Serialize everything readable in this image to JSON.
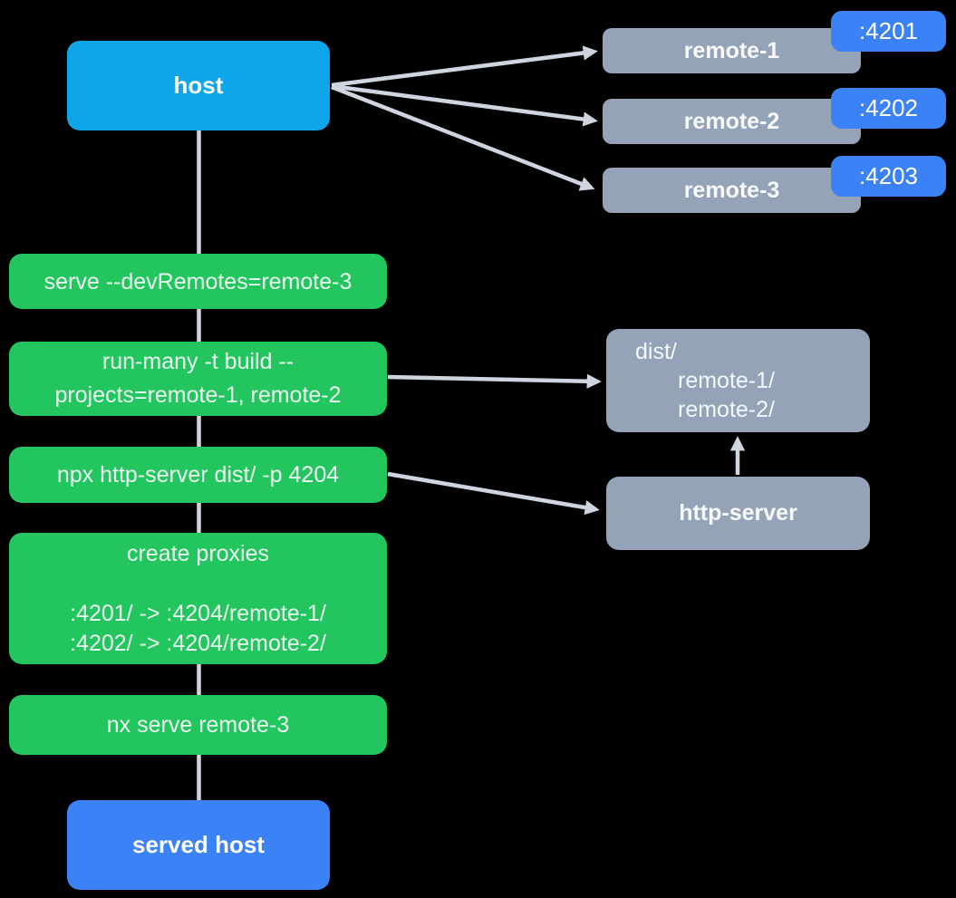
{
  "diagram": {
    "colors": {
      "background": "#000000",
      "host": "#0EA5E9",
      "served_host": "#3B82F6",
      "badge": "#3B82F6",
      "remote": "#94A3B8",
      "command": "#22C55E",
      "connector": "#CFD5E0"
    },
    "nodes": {
      "host": {
        "label": "host"
      },
      "served_host": {
        "label": "served host"
      },
      "remotes": [
        {
          "label": "remote-1",
          "port": ":4201"
        },
        {
          "label": "remote-2",
          "port": ":4202"
        },
        {
          "label": "remote-3",
          "port": ":4203"
        }
      ],
      "commands": [
        {
          "lines": [
            "serve --devRemotes=remote-3"
          ]
        },
        {
          "lines": [
            "run-many -t build --",
            "projects=remote-1, remote-2"
          ]
        },
        {
          "lines": [
            "npx http-server dist/ -p 4204"
          ]
        },
        {
          "title": "create proxies",
          "lines": [
            ":4201/ -> :4204/remote-1/",
            ":4202/ -> :4204/remote-2/"
          ]
        },
        {
          "lines": [
            "nx serve remote-3"
          ]
        }
      ],
      "dist": {
        "title": "dist/",
        "children": [
          "remote-1/",
          "remote-2/"
        ]
      },
      "http_server": {
        "label": "http-server"
      }
    }
  }
}
